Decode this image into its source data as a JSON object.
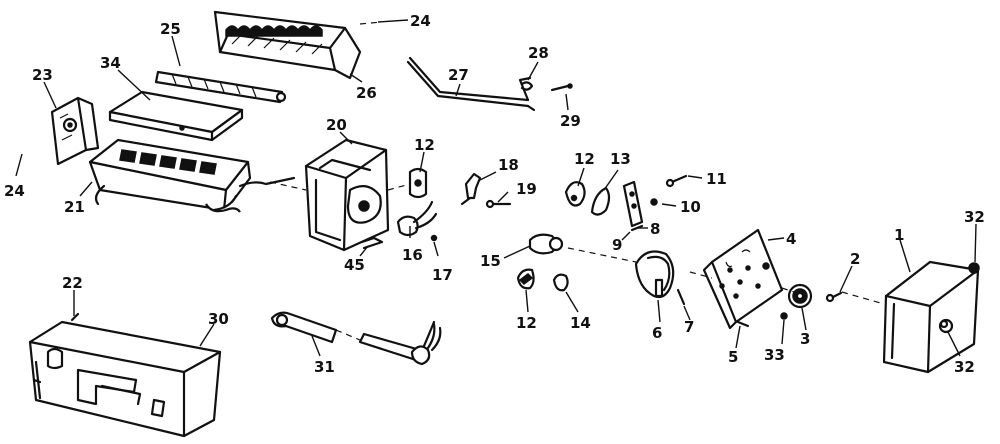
{
  "callouts": [
    {
      "id": "c24a",
      "text": "24"
    },
    {
      "id": "c25",
      "text": "25"
    },
    {
      "id": "c26",
      "text": "26"
    },
    {
      "id": "c34",
      "text": "34"
    },
    {
      "id": "c23",
      "text": "23"
    },
    {
      "id": "c24b",
      "text": "24"
    },
    {
      "id": "c21",
      "text": "21"
    },
    {
      "id": "c20",
      "text": "20"
    },
    {
      "id": "c12a",
      "text": "12"
    },
    {
      "id": "c16",
      "text": "16"
    },
    {
      "id": "c45",
      "text": "45"
    },
    {
      "id": "c17",
      "text": "17"
    },
    {
      "id": "c28",
      "text": "28"
    },
    {
      "id": "c27",
      "text": "27"
    },
    {
      "id": "c29",
      "text": "29"
    },
    {
      "id": "c18",
      "text": "18"
    },
    {
      "id": "c19",
      "text": "19"
    },
    {
      "id": "c12b",
      "text": "12"
    },
    {
      "id": "c13",
      "text": "13"
    },
    {
      "id": "c11",
      "text": "11"
    },
    {
      "id": "c10",
      "text": "10"
    },
    {
      "id": "c8",
      "text": "8"
    },
    {
      "id": "c9",
      "text": "9"
    },
    {
      "id": "c15",
      "text": "15"
    },
    {
      "id": "c12c",
      "text": "12"
    },
    {
      "id": "c14",
      "text": "14"
    },
    {
      "id": "c6",
      "text": "6"
    },
    {
      "id": "c7",
      "text": "7"
    },
    {
      "id": "c4",
      "text": "4"
    },
    {
      "id": "c5",
      "text": "5"
    },
    {
      "id": "c33",
      "text": "33"
    },
    {
      "id": "c3",
      "text": "3"
    },
    {
      "id": "c2",
      "text": "2"
    },
    {
      "id": "c1",
      "text": "1"
    },
    {
      "id": "c32a",
      "text": "32"
    },
    {
      "id": "c32b",
      "text": "32"
    },
    {
      "id": "c22",
      "text": "22"
    },
    {
      "id": "c30",
      "text": "30"
    },
    {
      "id": "c31",
      "text": "31"
    }
  ]
}
